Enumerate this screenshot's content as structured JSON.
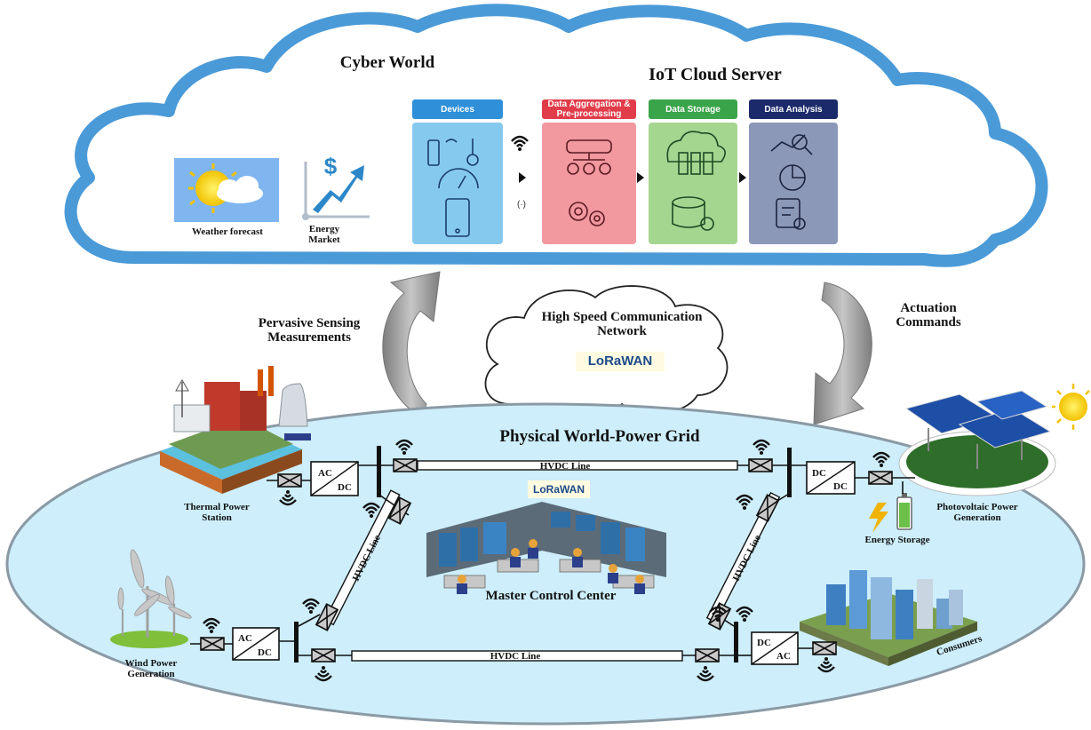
{
  "cyber": {
    "title": "Cyber World",
    "cloud_title": "IoT Cloud Server",
    "weather_label": "Weather forecast",
    "market_label": "Energy Market"
  },
  "pipeline": [
    {
      "label": "Devices",
      "head_color": "#2f8fd8",
      "body_color": "#86c9ee"
    },
    {
      "label": "Data Aggregation & Pre-processing",
      "head_color": "#e03c4a",
      "body_color": "#f2989f"
    },
    {
      "label": "Data Storage",
      "head_color": "#3aa44a",
      "body_color": "#a5d690"
    },
    {
      "label": "Data Analysis",
      "head_color": "#1b2a6b",
      "body_color": "#8c98b8"
    }
  ],
  "network": {
    "left_arrow_label": "Pervasive Sensing Measurements",
    "right_arrow_label": "Actuation Commands",
    "cloud_label": "High Speed Communication Network",
    "protocol": "LoRaWAN"
  },
  "grid": {
    "title": "Physical World-Power Grid",
    "thermal": "Thermal Power Station",
    "pv": "Photovoltaic Power Generation",
    "storage": "Energy Storage",
    "wind": "Wind Power Generation",
    "consumers": "Consumers",
    "control": "Master Control Center",
    "protocol": "LoRaWAN",
    "line_top": "HVDC Line",
    "line_bottom": "HVDC Line",
    "line_left": "HVDC Line",
    "line_right": "HVDC Line",
    "conv_thermal": [
      "AC",
      "DC"
    ],
    "conv_pv": [
      "DC",
      "DC"
    ],
    "conv_wind": [
      "AC",
      "DC"
    ],
    "conv_consumers": [
      "DC",
      "AC"
    ]
  },
  "colors": {
    "cloud_stroke": "#4a9ad8",
    "grid_fill": "#cdeefa",
    "arrow_gray": "#9a9a9a"
  }
}
